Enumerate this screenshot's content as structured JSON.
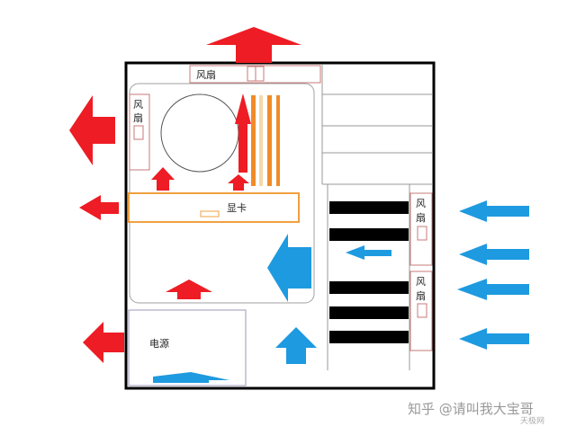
{
  "labels": {
    "top_fan": "风扇",
    "left_fan_char1": "风",
    "left_fan_char2": "扇",
    "graphics_card": "显卡",
    "psu": "电源",
    "right_fan_top_char1": "风",
    "right_fan_top_char2": "扇",
    "right_fan_bottom_char1": "风",
    "right_fan_bottom_char2": "扇"
  },
  "watermark": {
    "text": "知乎 @请叫我大宝哥",
    "logo_text": "天极网"
  },
  "colors": {
    "hot_air": "#ee1c24",
    "cold_air": "#1e9ae0",
    "fan_outline": "#c87878",
    "gpu_outline": "#f0a040",
    "ram_orange": "#f08c28",
    "drive_bay": "#000000",
    "case_outline": "#000000"
  }
}
